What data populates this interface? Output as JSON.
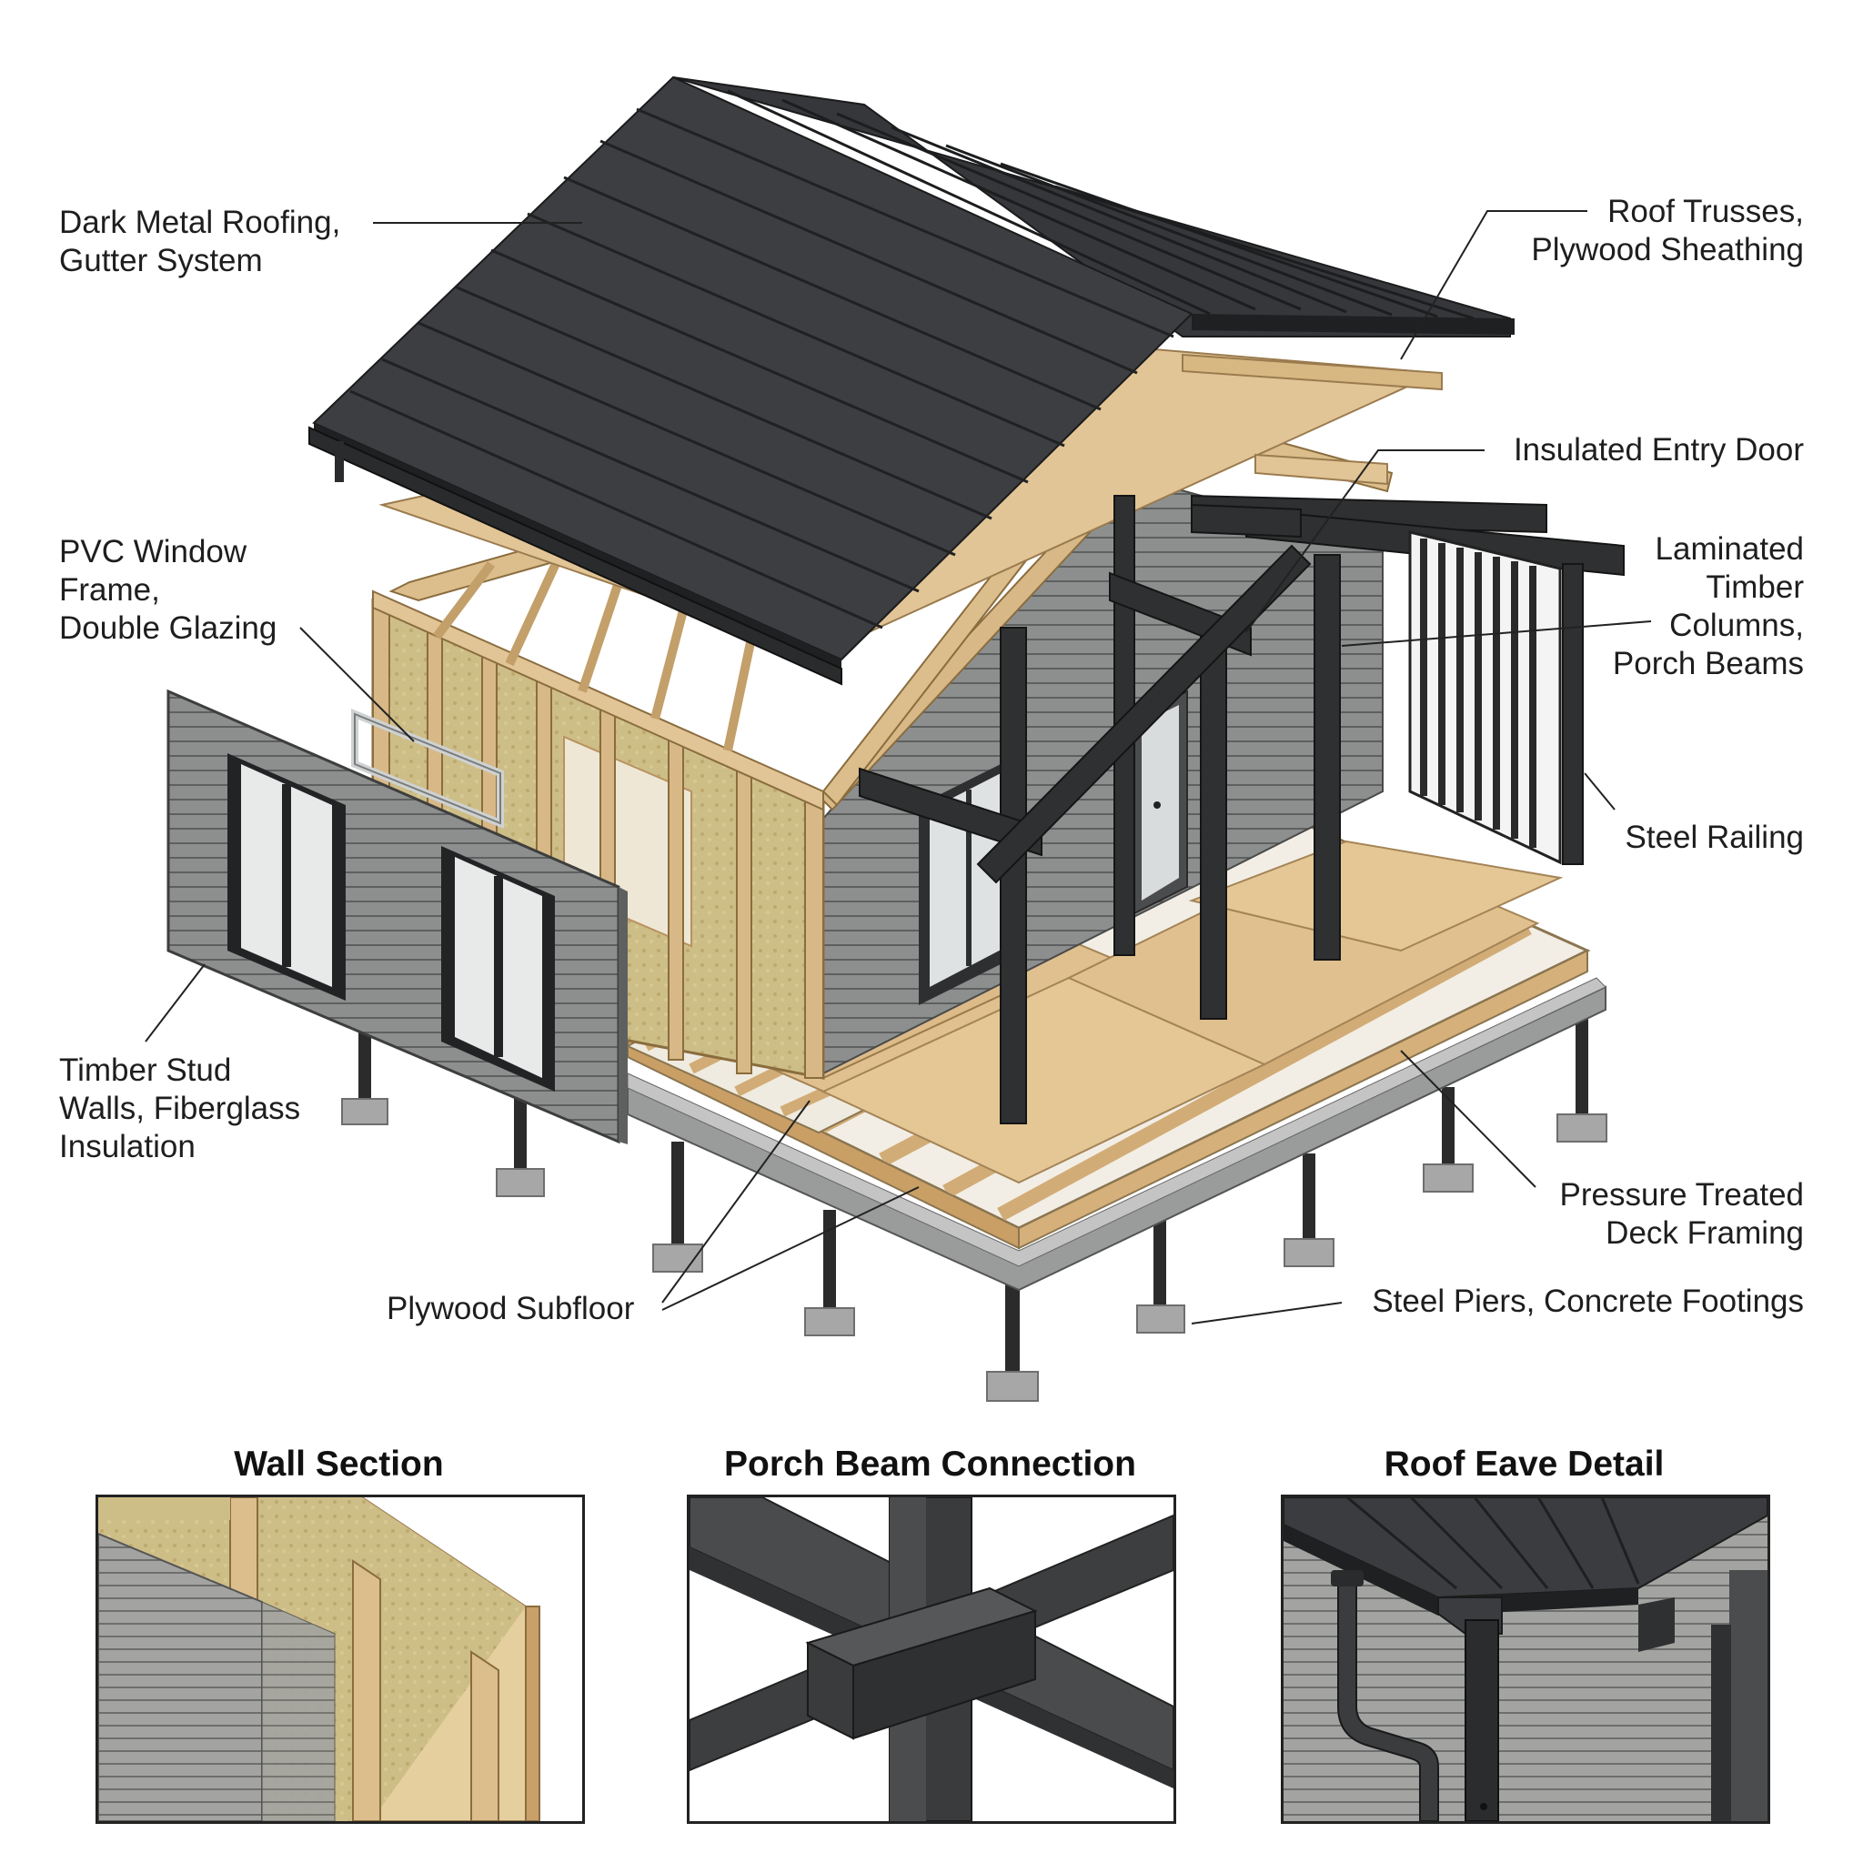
{
  "callouts": {
    "roofing": [
      "Dark Metal Roofing,",
      "Gutter System"
    ],
    "trusses": [
      "Roof Trusses,",
      "Plywood Sheathing"
    ],
    "entry_door": [
      "Insulated Entry Door"
    ],
    "window": [
      "PVC Window",
      "Frame,",
      "Double Glazing"
    ],
    "columns": [
      "Laminated",
      "Timber",
      "Columns,",
      "Porch Beams"
    ],
    "railing": [
      "Steel Railing"
    ],
    "studs": [
      "Timber Stud",
      "Walls, Fiberglass",
      "Insulation"
    ],
    "deck_framing": [
      "Pressure Treated",
      "Deck Framing"
    ],
    "subfloor": [
      "Plywood Subfloor"
    ],
    "piers": [
      "Steel Piers, Concrete Footings"
    ]
  },
  "details": [
    {
      "title": "Wall Section"
    },
    {
      "title": "Porch Beam Connection"
    },
    {
      "title": "Roof Eave Detail"
    }
  ],
  "colors": {
    "roof_metal": "#2b2c2e",
    "timber": "#d9b888",
    "plywood": "#e2c596",
    "insulation": "#cbbb83",
    "siding": "#8a8c8c",
    "steel": "#2e2e2e",
    "concrete": "#a9a9a9",
    "leader_line": "#222222"
  }
}
